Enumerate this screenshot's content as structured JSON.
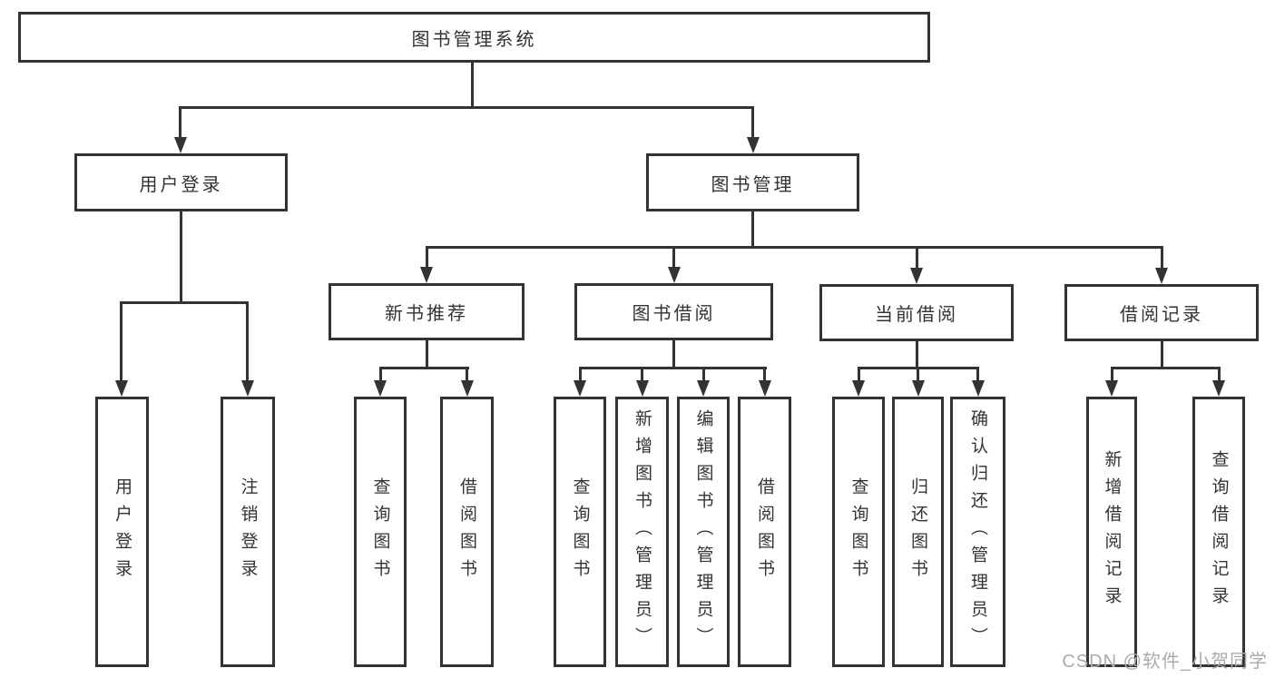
{
  "diagram": {
    "title": "图书管理系统",
    "level2": {
      "user_login": "用户登录",
      "book_mgmt": "图书管理"
    },
    "level3": {
      "new_books": "新书推荐",
      "book_borrow": "图书借阅",
      "current_borrow": "当前借阅",
      "borrow_records": "借阅记录"
    },
    "leaves": {
      "user_login": "用户登录",
      "logout": "注销登录",
      "nb_query": "查询图书",
      "nb_borrow": "借阅图书",
      "bb_query": "查询图书",
      "bb_add": "新增图书（管理员）",
      "bb_edit": "编辑图书（管理员）",
      "bb_borrow": "借阅图书",
      "cb_query": "查询图书",
      "cb_return": "归还图书",
      "cb_confirm": "确认归还（管理员）",
      "br_add": "新增借阅记录",
      "br_query": "查询借阅记录"
    },
    "colors": {
      "line": "#333333",
      "box_fill": "#ffffff",
      "text": "#333333",
      "watermark": "#ababab"
    }
  },
  "watermark": "CSDN @软件_小贺同学"
}
